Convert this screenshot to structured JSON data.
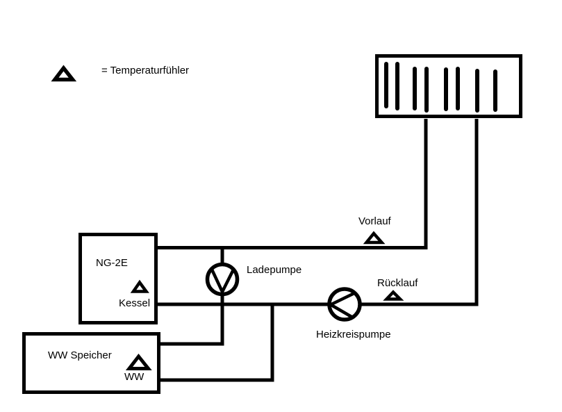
{
  "diagram": {
    "kind": "heating-system-schematic",
    "background_color": "#ffffff",
    "line_color": "#000000",
    "legend": {
      "label": "= Temperaturfühler",
      "symbol": "temperature-sensor-triangle"
    },
    "boiler": {
      "name": "NG-2E",
      "sensor": "Kessel"
    },
    "storage_tank": {
      "name": "WW Speicher",
      "sensor": "WW"
    },
    "pumps": {
      "charge_pump": "Ladepumpe",
      "heating_circuit_pump": "Heizkreispumpe"
    },
    "lines": {
      "supply": "Vorlauf",
      "return": "Rücklauf"
    },
    "radiator": {
      "fin_count": 8
    }
  }
}
